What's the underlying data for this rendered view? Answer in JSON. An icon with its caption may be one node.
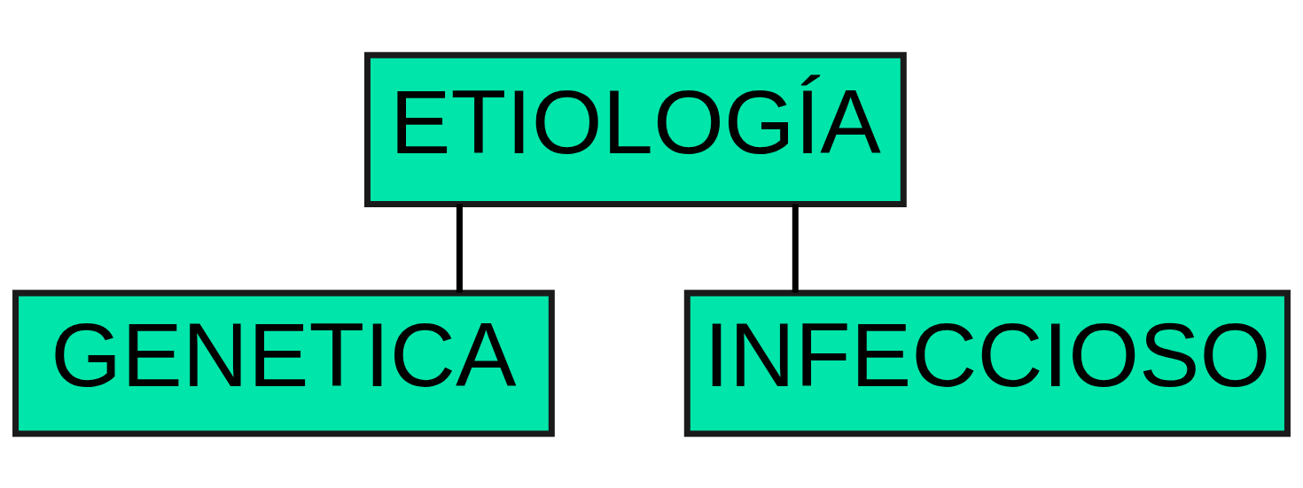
{
  "diagram": {
    "nodes": [
      {
        "text": [
          "ETIOLOGÍA"
        ]
      },
      {
        "text": [
          "GENETICA"
        ]
      },
      {
        "text": [
          "INFECCIOSO"
        ]
      }
    ],
    "edges": [
      {
        "from": 0,
        "to": 1,
        "arrow": "none"
      },
      {
        "from": 0,
        "to": 2,
        "arrow": "none"
      }
    ]
  }
}
